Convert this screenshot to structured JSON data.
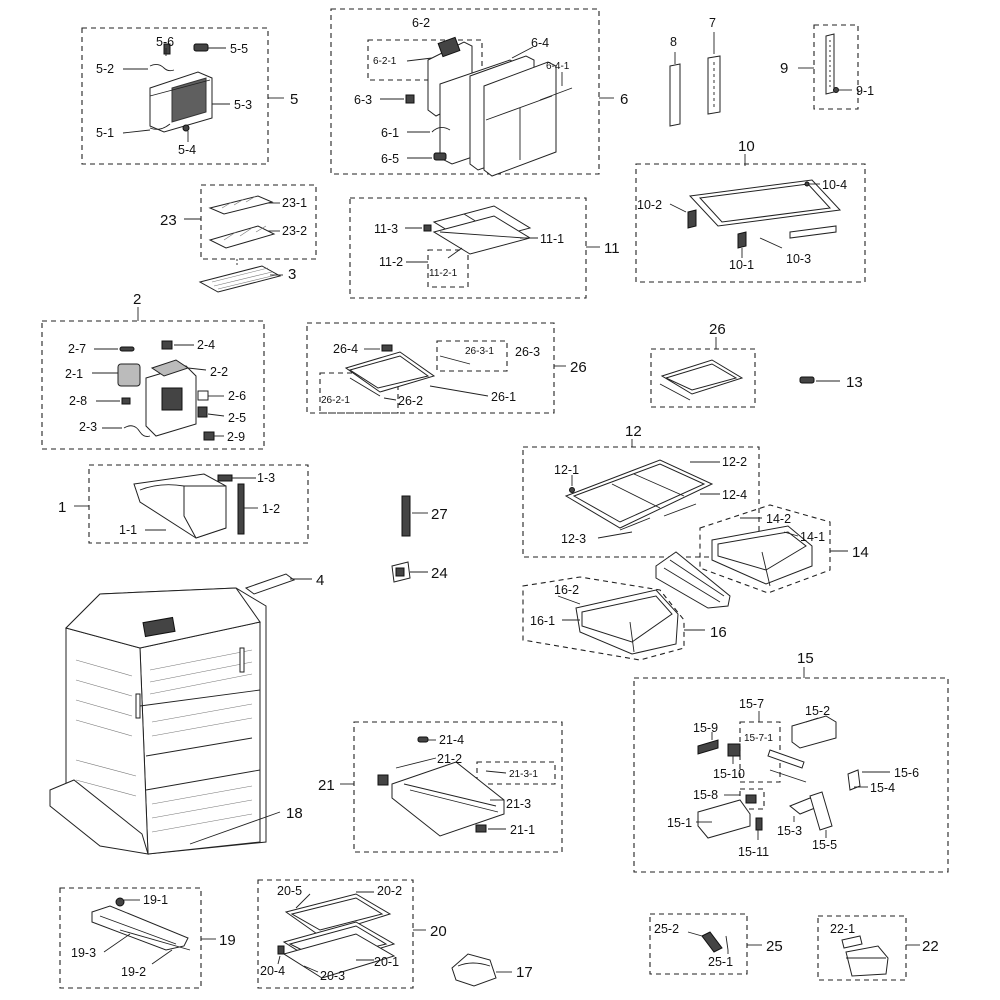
{
  "diagram": {
    "labels": {
      "p5": "5",
      "p5_6": "5-6",
      "p5_5": "5-5",
      "p5_2": "5-2",
      "p5_3": "5-3",
      "p5_1": "5-1",
      "p5_4": "5-4",
      "p6": "6",
      "p6_2": "6-2",
      "p6_2_1": "6-2-1",
      "p6_4": "6-4",
      "p6_4_1": "6-4-1",
      "p6_3": "6-3",
      "p6_1": "6-1",
      "p6_5": "6-5",
      "p7": "7",
      "p8": "8",
      "p9": "9",
      "p9_1": "9-1",
      "p10": "10",
      "p10_4": "10-4",
      "p10_2": "10-2",
      "p10_1": "10-1",
      "p10_3": "10-3",
      "p23": "23",
      "p23_1": "23-1",
      "p23_2": "23-2",
      "p3": "3",
      "p11": "11",
      "p11_3": "11-3",
      "p11_1": "11-1",
      "p11_2": "11-2",
      "p11_2_1": "11-2-1",
      "p2": "2",
      "p2_7": "2-7",
      "p2_4": "2-4",
      "p2_1": "2-1",
      "p2_2": "2-2",
      "p2_8": "2-8",
      "p2_6": "2-6",
      "p2_5": "2-5",
      "p2_3": "2-3",
      "p2_9": "2-9",
      "p26a": "26",
      "p26_4": "26-4",
      "p26_3_1": "26-3-1",
      "p26_3": "26-3",
      "p26_1": "26-1",
      "p26_2_1": "26-2-1",
      "p26_2": "26-2",
      "p26b": "26",
      "p13": "13",
      "p1": "1",
      "p1_3": "1-3",
      "p1_2": "1-2",
      "p1_1": "1-1",
      "p27": "27",
      "p24": "24",
      "p4": "4",
      "p12": "12",
      "p12_1": "12-1",
      "p12_2": "12-2",
      "p12_4": "12-4",
      "p12_3": "12-3",
      "p14": "14",
      "p14_2": "14-2",
      "p14_1": "14-1",
      "p16": "16",
      "p16_2": "16-2",
      "p16_1": "16-1",
      "p15": "15",
      "p15_7": "15-7",
      "p15_2": "15-2",
      "p15_9": "15-9",
      "p15_7_1": "15-7-1",
      "p15_10": "15-10",
      "p15_6": "15-6",
      "p15_4": "15-4",
      "p15_8": "15-8",
      "p15_1": "15-1",
      "p15_3": "15-3",
      "p15_5": "15-5",
      "p15_11": "15-11",
      "p21": "21",
      "p21_4": "21-4",
      "p21_2": "21-2",
      "p21_3_1": "21-3-1",
      "p21_3": "21-3",
      "p21_1": "21-1",
      "p18": "18",
      "p19": "19",
      "p19_1": "19-1",
      "p19_3": "19-3",
      "p19_2": "19-2",
      "p20": "20",
      "p20_5": "20-5",
      "p20_2": "20-2",
      "p20_1": "20-1",
      "p20_4": "20-4",
      "p20_3": "20-3",
      "p17": "17",
      "p25": "25",
      "p25_2": "25-2",
      "p25_1": "25-1",
      "p22": "22",
      "p22_1": "22-1"
    }
  }
}
